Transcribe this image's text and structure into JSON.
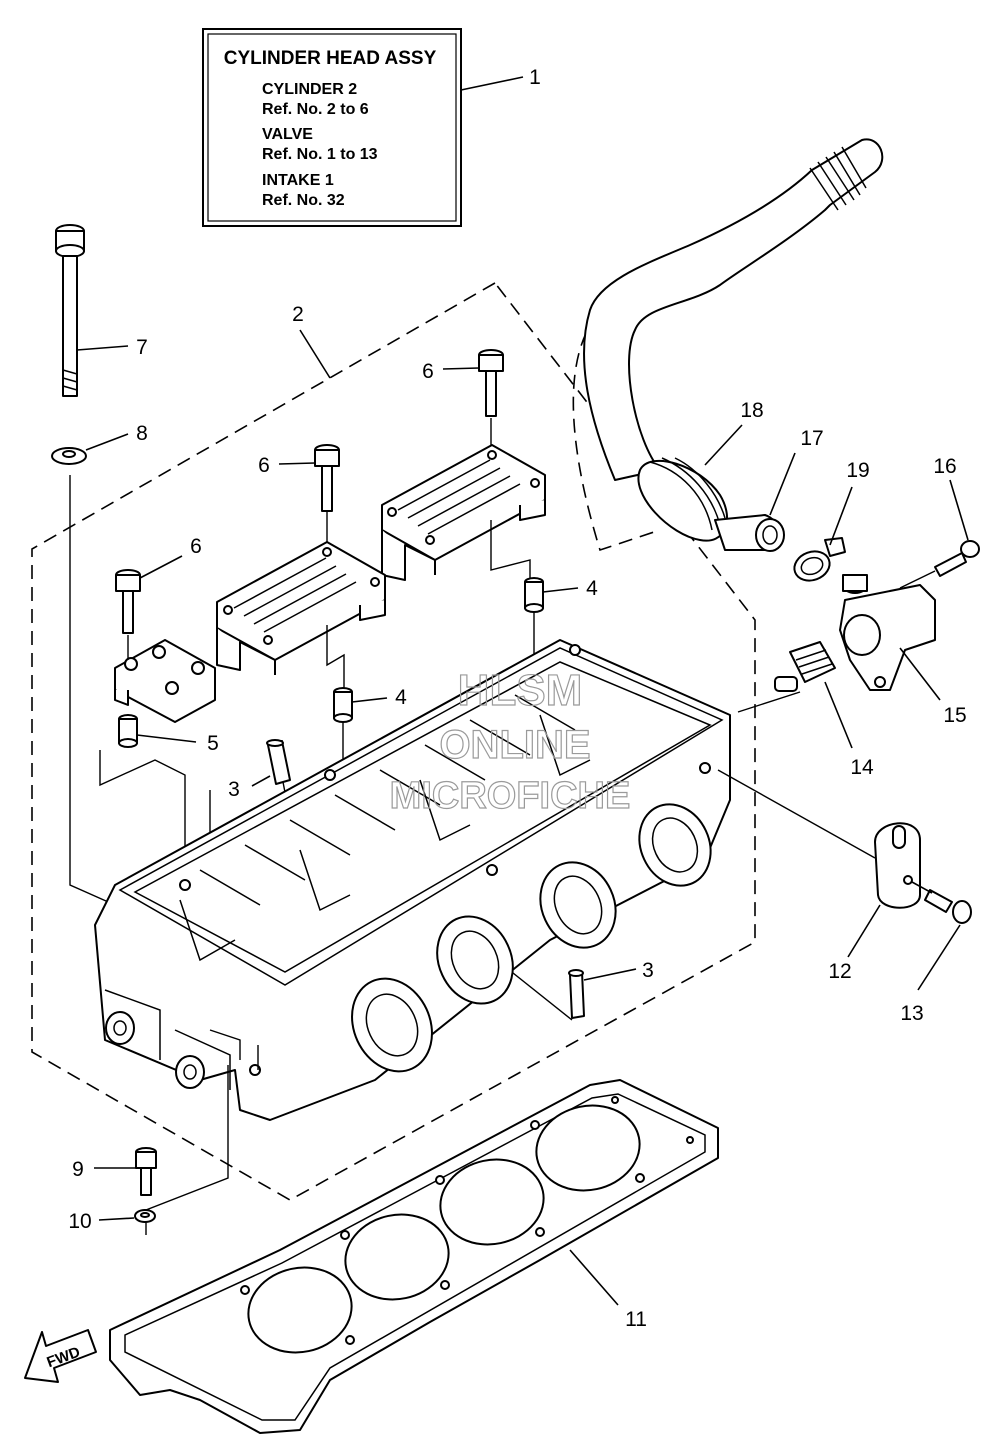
{
  "assembly_box": {
    "title": "CYLINDER HEAD ASSY",
    "lines": [
      "CYLINDER 2",
      "Ref. No. 2 to 6",
      "VALVE",
      "Ref. No. 1 to 13",
      "INTAKE 1",
      "Ref. No. 32"
    ]
  },
  "callouts": {
    "c1": "1",
    "c2": "2",
    "c3a": "3",
    "c3b": "3",
    "c4a": "4",
    "c4b": "4",
    "c5": "5",
    "c6a": "6",
    "c6b": "6",
    "c6c": "6",
    "c7": "7",
    "c8": "8",
    "c9": "9",
    "c10": "10",
    "c11": "11",
    "c12": "12",
    "c13": "13",
    "c14": "14",
    "c15": "15",
    "c16": "16",
    "c17": "17",
    "c18": "18",
    "c19": "19"
  },
  "direction_arrow": "FWD",
  "watermark": [
    "HLSM",
    "ONLINE",
    "MICROFICHE"
  ]
}
